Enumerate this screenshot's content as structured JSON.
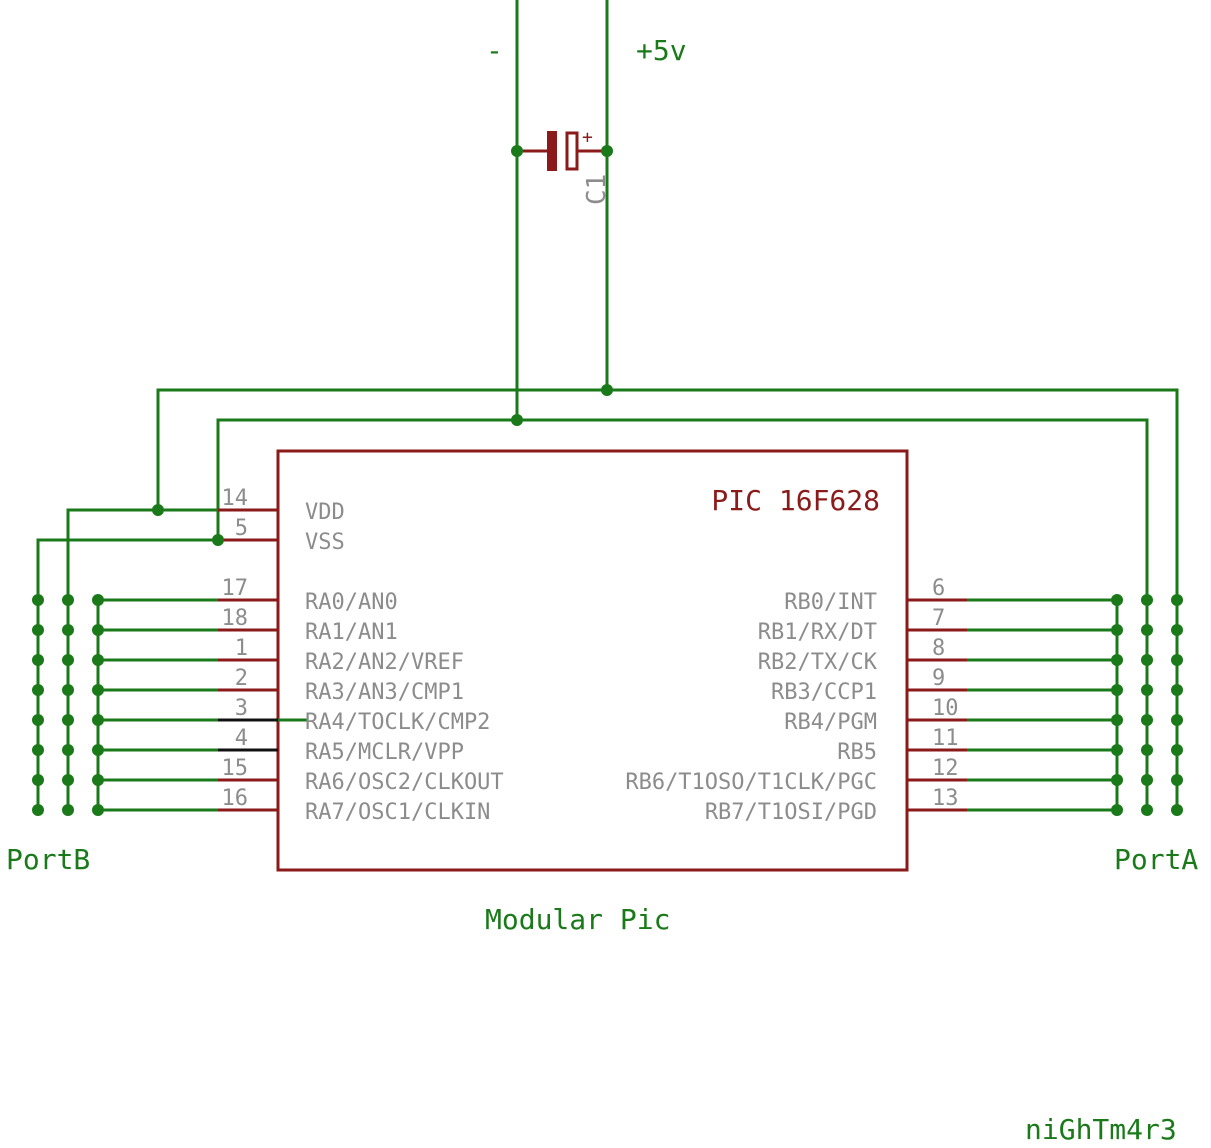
{
  "colors": {
    "wire": "#1a7a1a",
    "part": "#8b1a1a",
    "pin_label": "#8c8c8c",
    "net_label": "#1a7a1a",
    "title": "#8b1a1a"
  },
  "power": {
    "negative_label": "-",
    "positive_label": "+5v"
  },
  "capacitor": {
    "name": "C1",
    "polarity_mark": "+"
  },
  "chip": {
    "name": "PIC 16F628",
    "power_pins": [
      {
        "num": "14",
        "name": "VDD"
      },
      {
        "num": "5",
        "name": "VSS"
      }
    ],
    "left_pins": [
      {
        "num": "17",
        "name": "RA0/AN0"
      },
      {
        "num": "18",
        "name": "RA1/AN1"
      },
      {
        "num": "1",
        "name": "RA2/AN2/VREF"
      },
      {
        "num": "2",
        "name": "RA3/AN3/CMP1"
      },
      {
        "num": "3",
        "name": "RA4/TOCLK/CMP2"
      },
      {
        "num": "4",
        "name": "RA5/MCLR/VPP"
      },
      {
        "num": "15",
        "name": "RA6/OSC2/CLKOUT"
      },
      {
        "num": "16",
        "name": "RA7/OSC1/CLKIN"
      }
    ],
    "right_pins": [
      {
        "num": "6",
        "name": "RB0/INT"
      },
      {
        "num": "7",
        "name": "RB1/RX/DT"
      },
      {
        "num": "8",
        "name": "RB2/TX/CK"
      },
      {
        "num": "9",
        "name": "RB3/CCP1"
      },
      {
        "num": "10",
        "name": "RB4/PGM"
      },
      {
        "num": "11",
        "name": "RB5"
      },
      {
        "num": "12",
        "name": "RB6/T1OSO/T1CLK/PGC"
      },
      {
        "num": "13",
        "name": "RB7/T1OSI/PGD"
      }
    ]
  },
  "connectors": {
    "left_label": "PortB",
    "right_label": "PortA"
  },
  "caption": "Modular Pic",
  "author": "niGhTm4r3"
}
